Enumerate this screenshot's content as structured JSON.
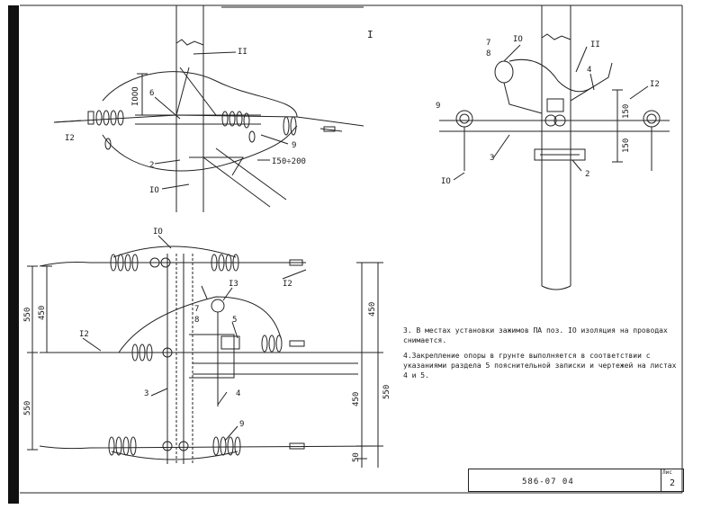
{
  "drawing": {
    "view_label": "I",
    "code": "586-07 04",
    "sheet_label": "Лис",
    "sheet_number": "2"
  },
  "notes": [
    "3. В местах установки зажимов ПА поз. IO изоляция на проводах снимается.",
    "4.Закрепление опоры в грунте выполняется в соответствии с указаниями раздела 5 пояснительной записки и чертежей на листах 4 и 5."
  ],
  "callouts": {
    "top_left": [
      "II",
      "6",
      "I2",
      "2",
      "IO",
      "9"
    ],
    "top_left_dim": [
      "IOOO",
      "I50÷200"
    ],
    "top_right": [
      "7",
      "8",
      "IO",
      "II",
      "4",
      "I2",
      "9",
      "3",
      "2",
      "IO"
    ],
    "top_right_dim": [
      "150",
      "150"
    ],
    "bottom": [
      "IO",
      "I2",
      "I3",
      "7",
      "8",
      "5",
      "I2",
      "3",
      "4",
      "9"
    ],
    "bottom_dim_left": [
      "550",
      "450",
      "550"
    ],
    "bottom_dim_right": [
      "450",
      "450",
      "550",
      "50"
    ]
  }
}
